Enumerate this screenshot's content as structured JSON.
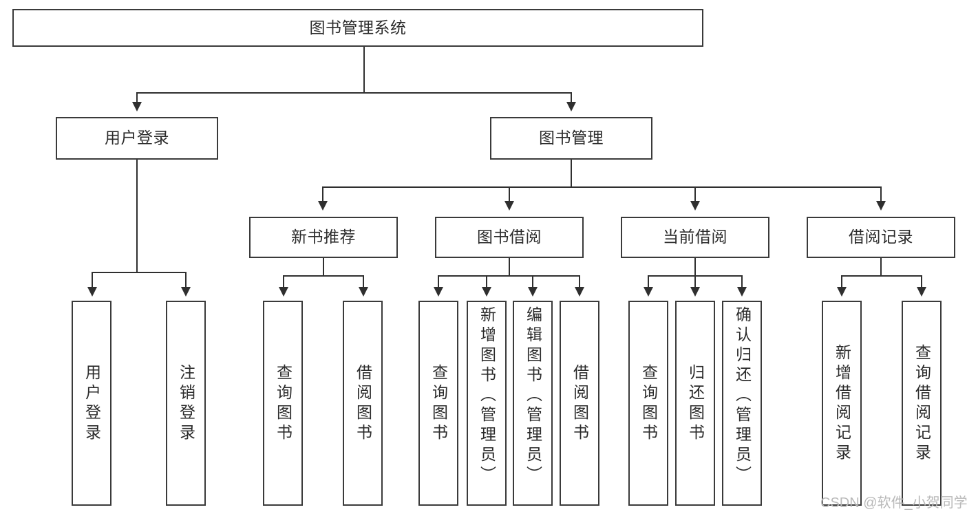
{
  "diagram": {
    "type": "tree-hierarchy-chart",
    "title_node": "图书管理系统",
    "levels": [
      {
        "level": 1,
        "nodes": [
          {
            "id": "root",
            "label": "图书管理系统"
          }
        ]
      },
      {
        "level": 2,
        "nodes": [
          {
            "id": "user-login",
            "label": "用户登录"
          },
          {
            "id": "book-manage",
            "label": "图书管理"
          }
        ]
      },
      {
        "level": 3,
        "nodes": [
          {
            "id": "new-book-rec",
            "label": "新书推荐"
          },
          {
            "id": "book-borrow",
            "label": "图书借阅"
          },
          {
            "id": "current-borrow",
            "label": "当前借阅"
          },
          {
            "id": "borrow-record",
            "label": "借阅记录"
          }
        ]
      },
      {
        "level": 4,
        "nodes": [
          {
            "id": "leaf-user-login",
            "label": "用户登录",
            "parent": "user-login"
          },
          {
            "id": "leaf-logout",
            "label": "注销登录",
            "parent": "user-login"
          },
          {
            "id": "leaf-query-book-1",
            "label": "查询图书",
            "parent": "new-book-rec"
          },
          {
            "id": "leaf-borrow-book-1",
            "label": "借阅图书",
            "parent": "new-book-rec"
          },
          {
            "id": "leaf-query-book-2",
            "label": "查询图书",
            "parent": "book-borrow"
          },
          {
            "id": "leaf-add-book",
            "label": "新增图书（管理员）",
            "parent": "book-borrow"
          },
          {
            "id": "leaf-edit-book",
            "label": "编辑图书（管理员）",
            "parent": "book-borrow"
          },
          {
            "id": "leaf-borrow-book-2",
            "label": "借阅图书",
            "parent": "book-borrow"
          },
          {
            "id": "leaf-query-book-3",
            "label": "查询图书",
            "parent": "current-borrow"
          },
          {
            "id": "leaf-return-book",
            "label": "归还图书",
            "parent": "current-borrow"
          },
          {
            "id": "leaf-confirm-return",
            "label": "确认归还（管理员）",
            "parent": "current-borrow"
          },
          {
            "id": "leaf-add-record",
            "label": "新增借阅记录",
            "parent": "borrow-record"
          },
          {
            "id": "leaf-query-record",
            "label": "查询借阅记录",
            "parent": "borrow-record"
          }
        ]
      }
    ]
  },
  "watermark": {
    "text": "CSDN @软件_小贺同学"
  },
  "colors": {
    "box_border": "#3a3a3a",
    "connector": "#2f2f2f",
    "text": "#2b2b2b",
    "background": "#ffffff",
    "watermark": "#b9b9b9"
  }
}
